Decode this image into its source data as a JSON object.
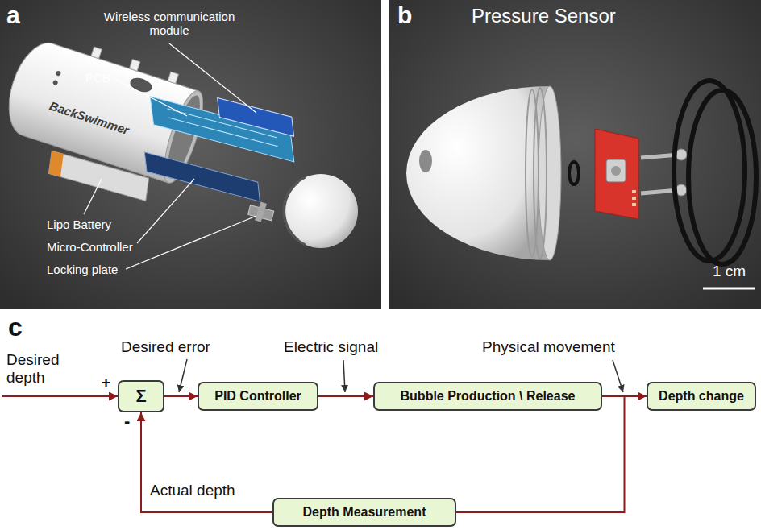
{
  "diagram": {
    "nodes": [
      {
        "text": [
          "Σ"
        ]
      },
      {
        "text": [
          "PID Controller"
        ]
      },
      {
        "text": [
          "Bubble Production \\ Release"
        ]
      },
      {
        "text": [
          "Depth change"
        ]
      },
      {
        "text": [
          "Depth Measurement"
        ]
      }
    ],
    "edges": [
      {
        "from": 0,
        "to": 1,
        "arrow": "to"
      },
      {
        "from": 1,
        "to": 2,
        "arrow": "to"
      },
      {
        "from": 2,
        "to": 3,
        "arrow": "to"
      },
      {
        "from": 2,
        "to": 4,
        "arrow": "none"
      },
      {
        "from": 4,
        "to": 0,
        "arrow": "to"
      }
    ],
    "labels": [
      "a",
      "Wireless communication module",
      "PCB",
      "BackSwimmer",
      "Lipo Battery",
      "Micro-Controller",
      "Locking plate",
      "b",
      "Pressure Sensor",
      "1 cm",
      "c",
      "Desired depth",
      "+",
      "Desired error",
      "Electric signal",
      "Physical movement",
      "-",
      "Actual depth"
    ]
  }
}
